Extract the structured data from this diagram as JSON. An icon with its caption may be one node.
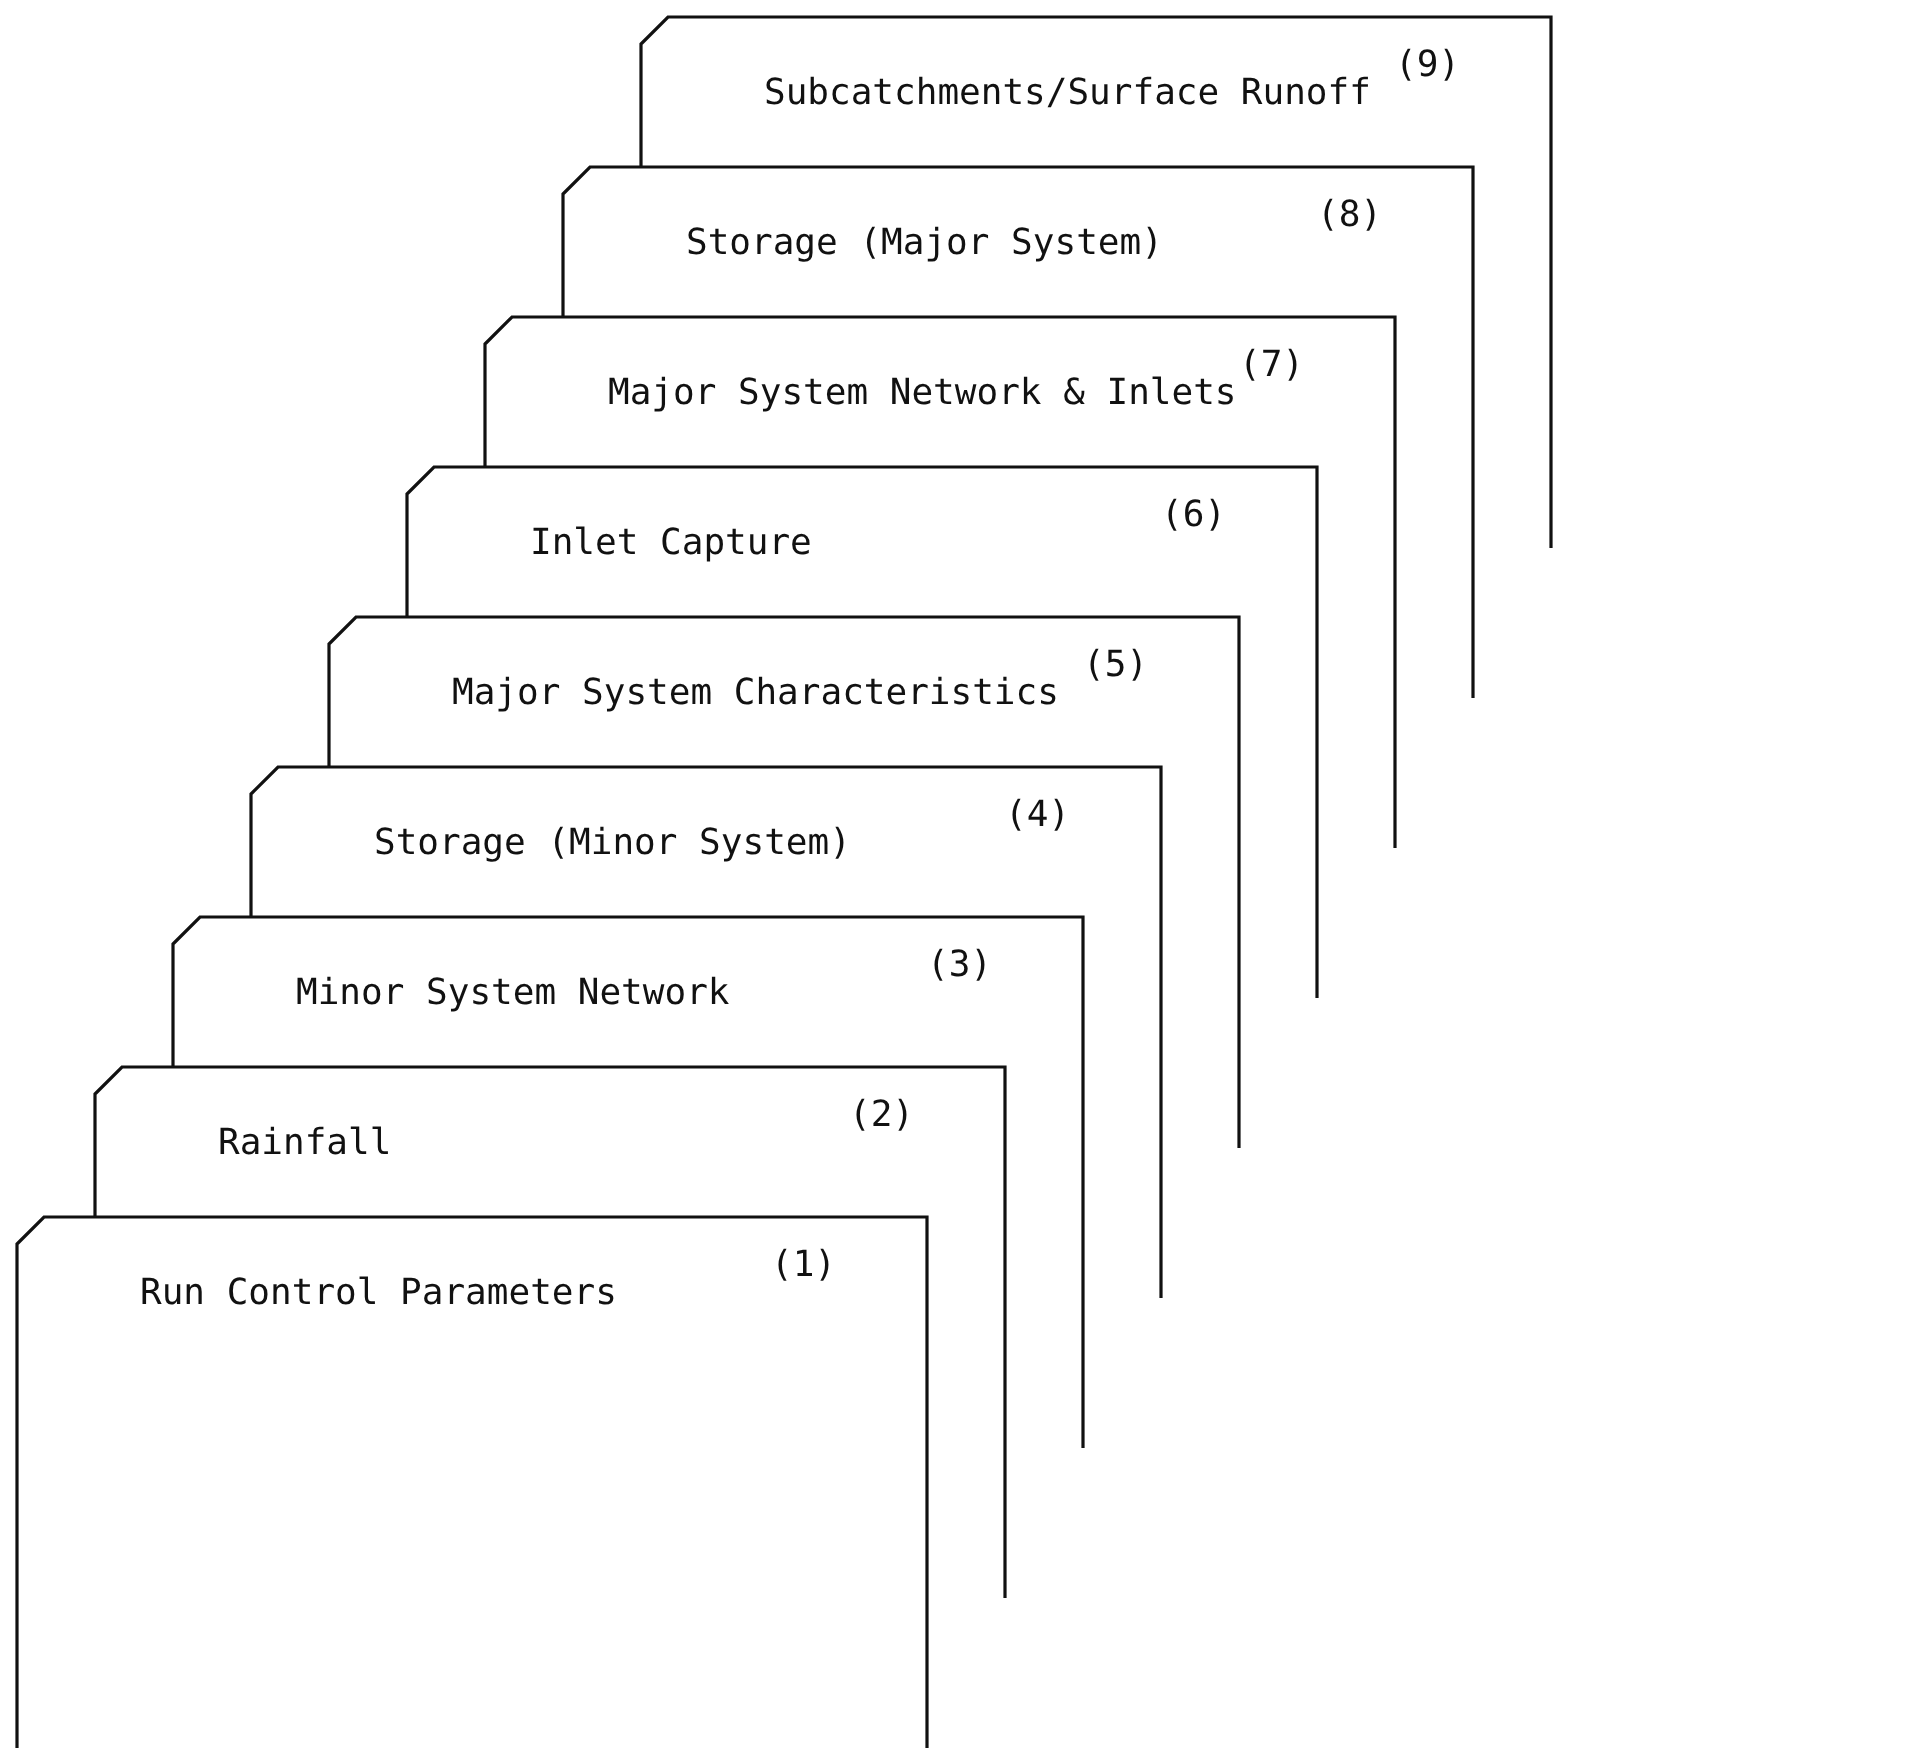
{
  "diagram": {
    "nodes": [
      {
        "text": [
          "Subcatchments/Surface Runoff",
          "(9)"
        ]
      },
      {
        "text": [
          "Storage (Major System)",
          "(8)"
        ]
      },
      {
        "text": [
          "Major System Network & Inlets",
          "(7)"
        ]
      },
      {
        "text": [
          "Inlet Capture",
          "(6)"
        ]
      },
      {
        "text": [
          "Major System Characteristics",
          "(5)"
        ]
      },
      {
        "text": [
          "Storage (Minor System)",
          "(4)"
        ]
      },
      {
        "text": [
          "Minor System Network",
          "(3)"
        ]
      },
      {
        "text": [
          "Rainfall",
          "(2)"
        ]
      },
      {
        "text": [
          "Run Control Parameters",
          "(1)"
        ]
      }
    ]
  }
}
